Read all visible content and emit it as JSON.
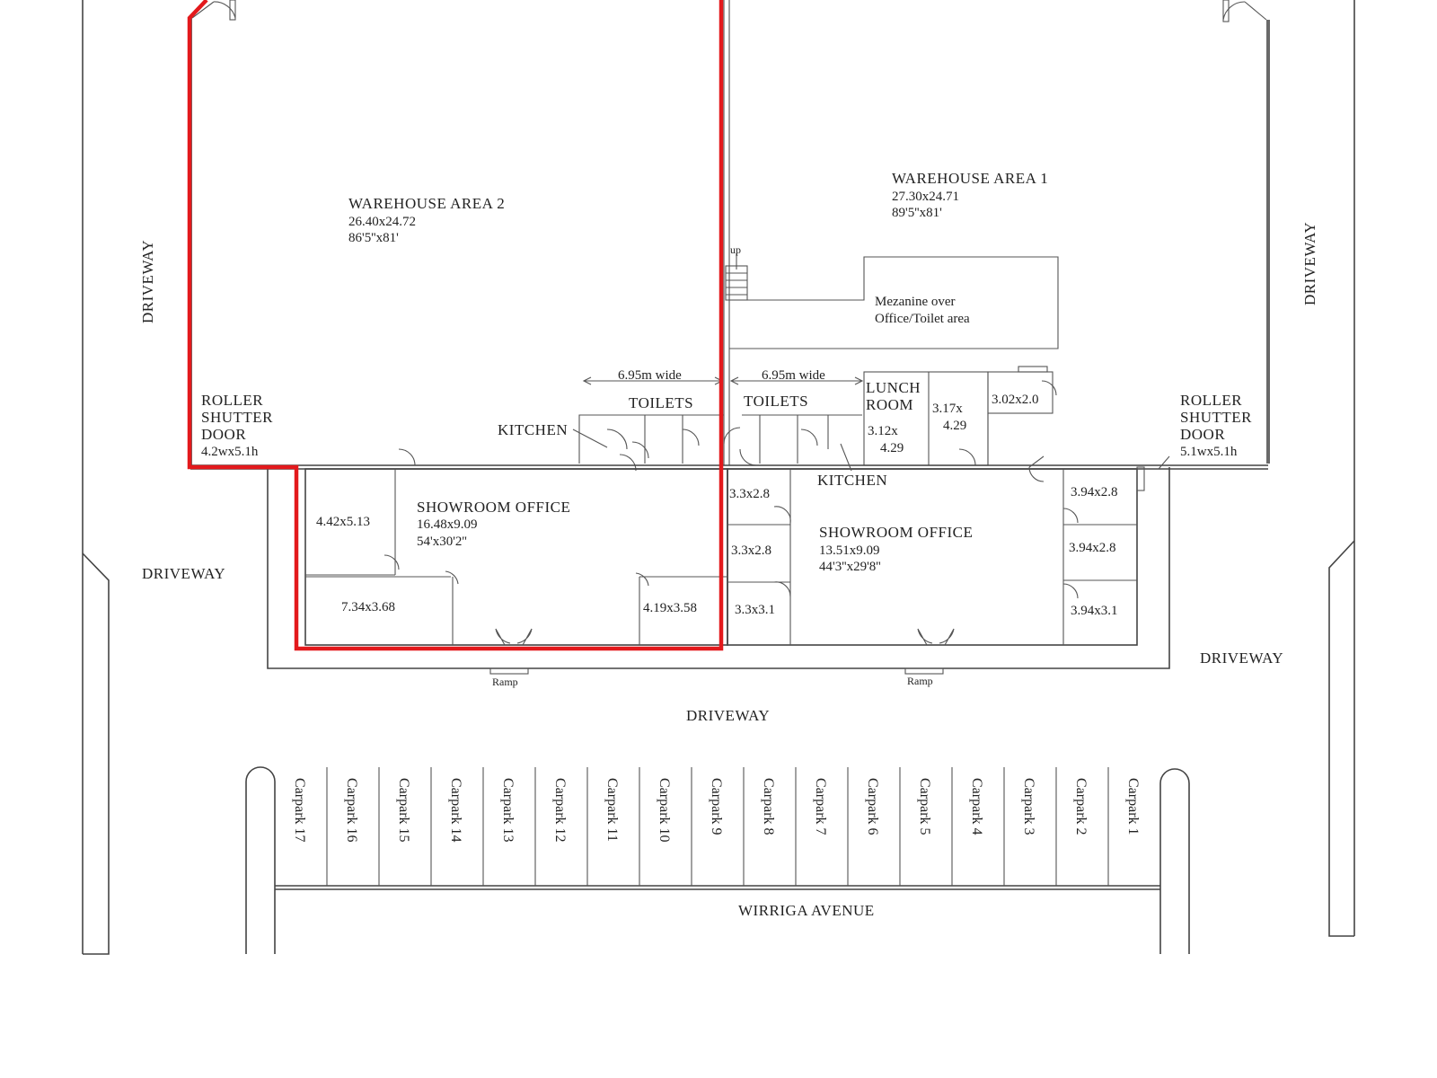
{
  "warehouse2": {
    "name": "WAREHOUSE AREA 2",
    "metric": "26.40x24.72",
    "imperial": "86'5''x81'"
  },
  "warehouse1": {
    "name": "WAREHOUSE AREA 1",
    "metric": "27.30x24.71",
    "imperial": "89'5''x81'"
  },
  "mezzanine": {
    "line1": "Mezanine over",
    "line2": "Office/Toilet area"
  },
  "stairs_label": "up",
  "width_left": "6.95m wide",
  "width_right": "6.95m wide",
  "roller_left": {
    "l1": "ROLLER",
    "l2": "SHUTTER",
    "l3": "DOOR",
    "l4": "4.2wx5.1h"
  },
  "roller_right": {
    "l1": "ROLLER",
    "l2": "SHUTTER",
    "l3": "DOOR",
    "l4": "5.1wx5.1h"
  },
  "toilets_left": "TOILETS",
  "toilets_right": "TOILETS",
  "kitchen_left": "KITCHEN",
  "kitchen_right": "KITCHEN",
  "lunch": {
    "l1": "LUNCH",
    "l2": "ROOM"
  },
  "rooms": {
    "r317": {
      "l1": "3.17x",
      "l2": "4.29"
    },
    "r312": {
      "l1": "3.12x",
      "l2": "4.29"
    },
    "r302": "3.02x2.0",
    "r442": "4.42x5.13",
    "r734": "7.34x3.68",
    "r419": "4.19x3.58",
    "r33a": "3.3x2.8",
    "r33b": "3.3x2.8",
    "r331": "3.3x3.1",
    "r394a": "3.94x2.8",
    "r394b": "3.94x2.8",
    "r394c": "3.94x3.1"
  },
  "showroom_left": {
    "name": "SHOWROOM OFFICE",
    "metric": "16.48x9.09",
    "imperial": "54'x30'2''"
  },
  "showroom_right": {
    "name": "SHOWROOM OFFICE",
    "metric": "13.51x9.09",
    "imperial": "44'3''x29'8''"
  },
  "driveways": {
    "left_vertical": "DRIVEWAY",
    "right_vertical": "DRIVEWAY",
    "left": "DRIVEWAY",
    "right": "DRIVEWAY",
    "front": "DRIVEWAY"
  },
  "ramp_left": "Ramp",
  "ramp_right": "Ramp",
  "street": "WIRRIGA AVENUE",
  "carparks": [
    "Carpark 17",
    "Carpark 16",
    "Carpark 15",
    "Carpark 14",
    "Carpark 13",
    "Carpark 12",
    "Carpark 11",
    "Carpark 10",
    "Carpark 9",
    "Carpark 8",
    "Carpark 7",
    "Carpark 6",
    "Carpark 5",
    "Carpark 4",
    "Carpark 3",
    "Carpark 2",
    "Carpark 1"
  ],
  "colors": {
    "highlight": "#e3191c",
    "lines": "#444444"
  }
}
